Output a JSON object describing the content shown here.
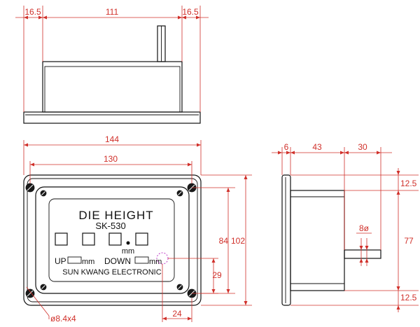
{
  "dimensions": {
    "top_left_flange": "16.5",
    "top_body_width": "111",
    "top_right_flange": "16.5",
    "front_overall_width": "144",
    "front_inner_width": "130",
    "front_inner_height": "84",
    "front_overall_height": "102",
    "indicator_offset_y": "29",
    "indicator_offset_x": "24",
    "hole_callout": "ø8.4x4",
    "side_flange_thickness": "6",
    "side_body_depth": "43",
    "side_shaft_length": "30",
    "side_top_margin": "12.5",
    "side_bottom_margin": "12.5",
    "side_body_height": "77",
    "shaft_diameter": "8ø"
  },
  "panel": {
    "title": "DIE  HEIGHT",
    "model": "SK-530",
    "unit_label": "mm",
    "up_label": "UP",
    "up_unit": "mm",
    "down_label": "DOWN",
    "down_unit": "mm",
    "maker": "SUN KWANG ELECTRONIC"
  },
  "colors": {
    "dimension_lines": "#d0302a",
    "outline": "#111111"
  }
}
